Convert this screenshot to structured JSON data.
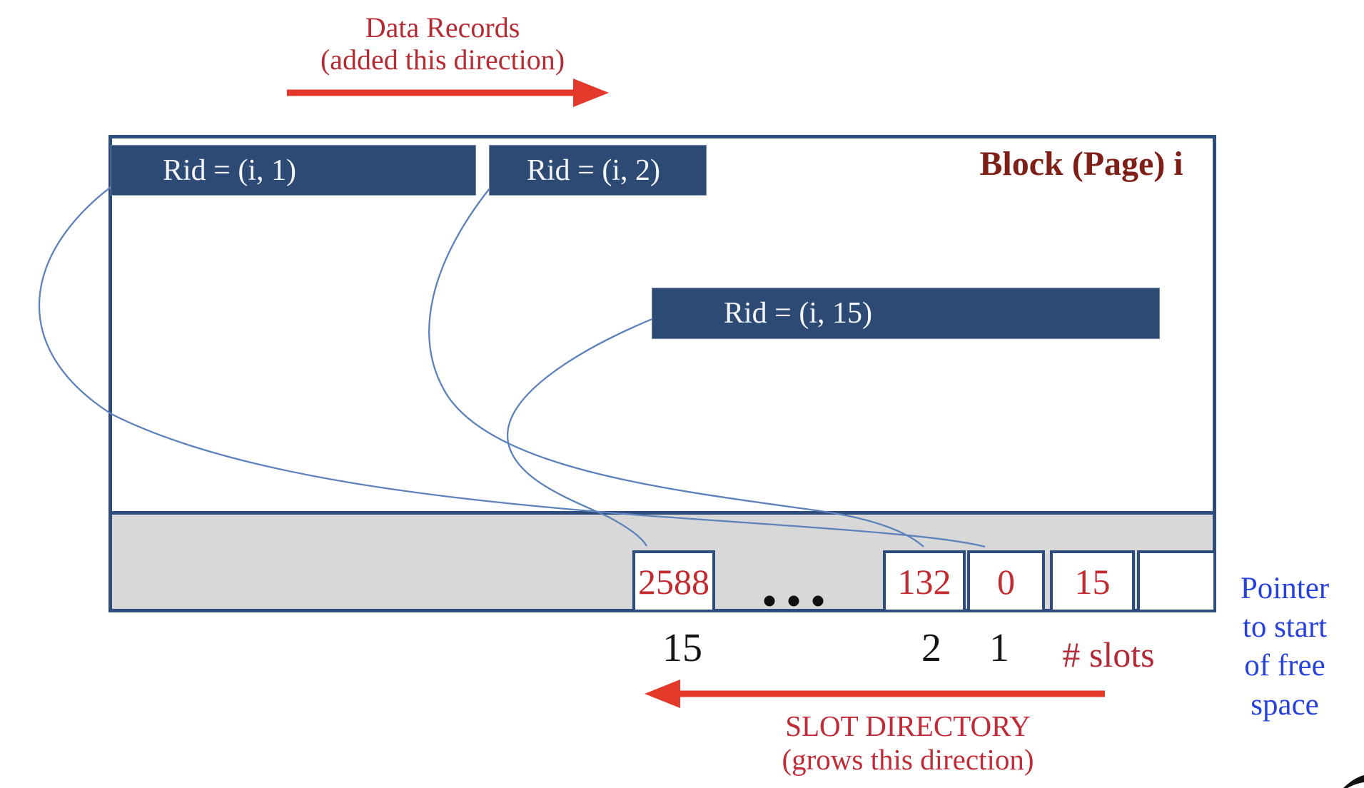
{
  "top_note": {
    "text": "Data Records\n(added this direction)"
  },
  "block": {
    "title": "Block (Page) i",
    "records": [
      {
        "label": "Rid = (i, 1)"
      },
      {
        "label": "Rid = (i, 2)"
      },
      {
        "label": "Rid = (i, 15)"
      }
    ]
  },
  "slot_directory": {
    "cells": [
      {
        "value": "2588",
        "index_label": "15"
      },
      {
        "value": "132",
        "index_label": "2"
      },
      {
        "value": "0",
        "index_label": "1"
      },
      {
        "value": "15",
        "index_label": ""
      },
      {
        "value": "",
        "index_label": ""
      }
    ],
    "dots": "ellipsis-between-slots",
    "slots_label": "# slots",
    "note": "SLOT DIRECTORY\n(grows this direction)"
  },
  "pointer_note": "Pointer\nto start\nof free\nspace",
  "colors": {
    "record_fill": "#2c4a74",
    "block_border": "#2e4d7c",
    "free_space_gray": "#d8d8d8",
    "arrow_red": "#e2392b",
    "annotation_crimson": "#b42b33",
    "block_title_maroon": "#7e2017",
    "slot_value_red": "#c22a30",
    "pointer_blue": "#2742da",
    "curve_blue": "#5d81ba"
  }
}
